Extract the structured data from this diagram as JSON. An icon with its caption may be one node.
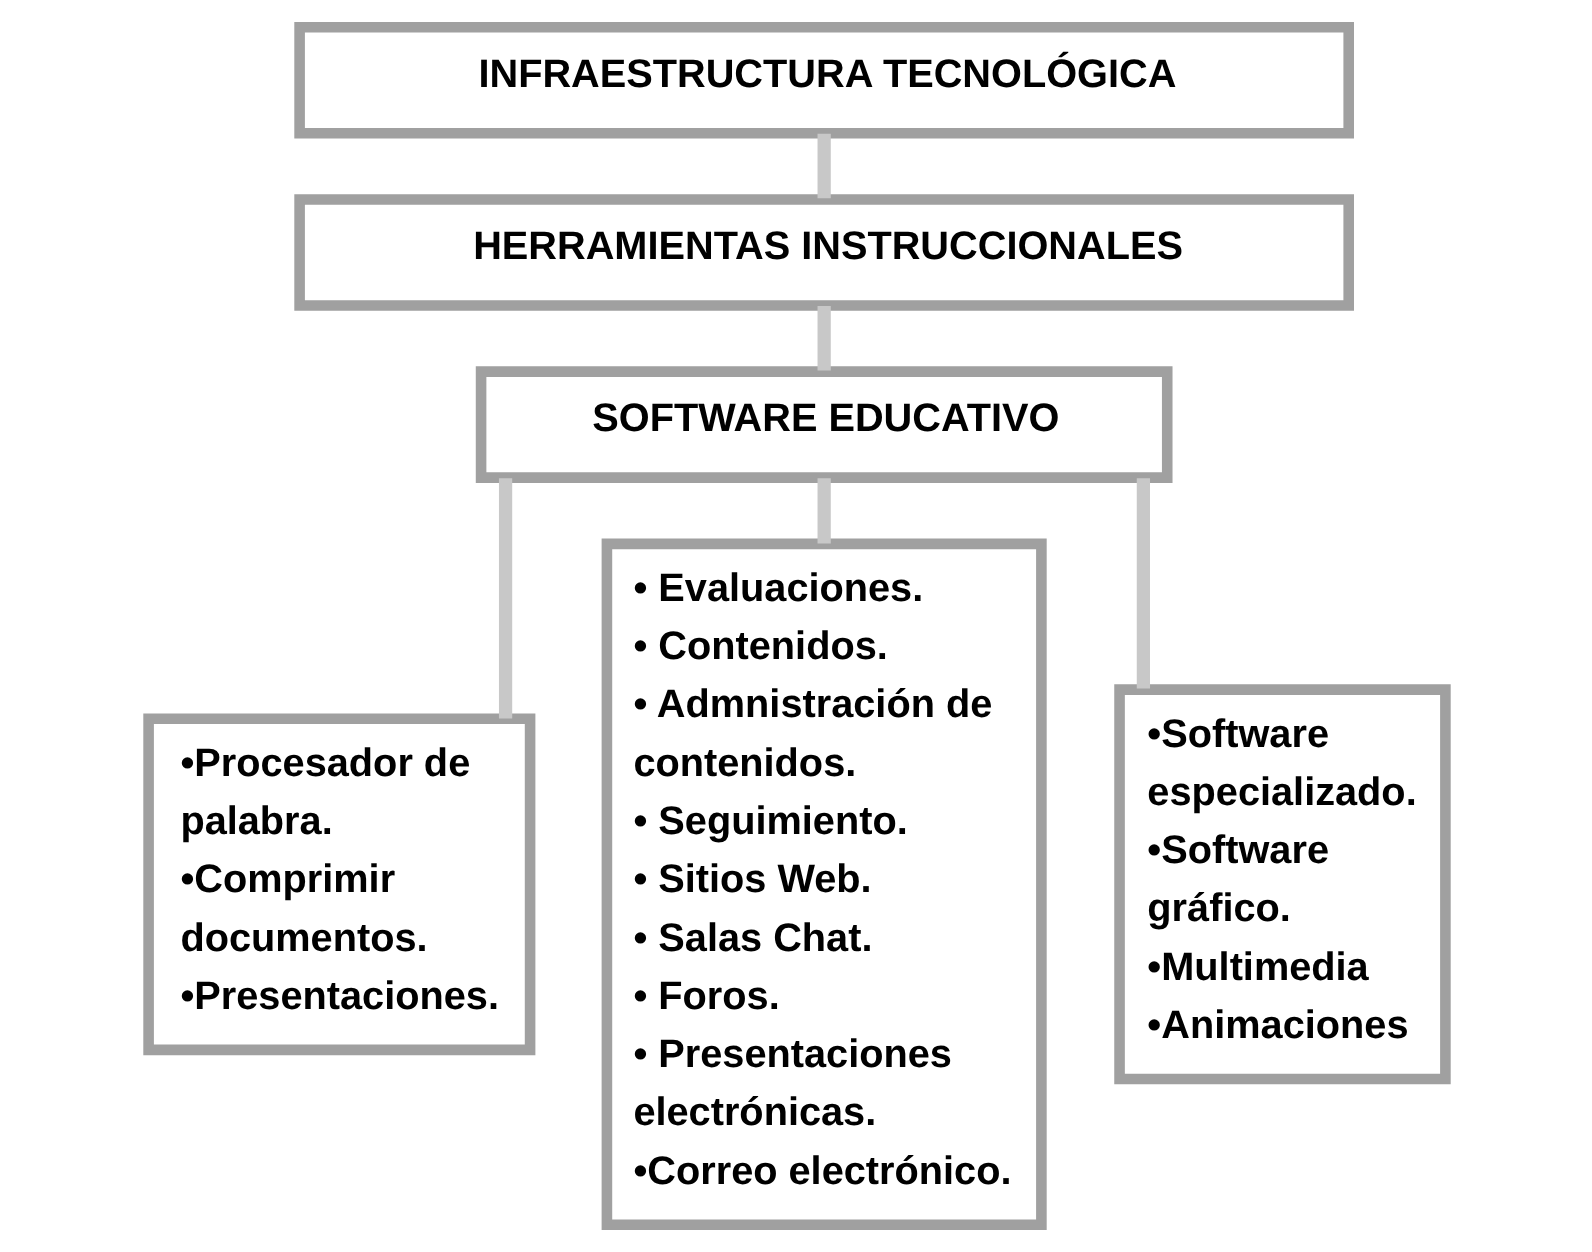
{
  "diagram": {
    "nodes": [
      {
        "text": [
          "INFRAESTRUCTURA TECNOLÓGICA"
        ]
      },
      {
        "text": [
          "HERRAMIENTAS INSTRUCCIONALES"
        ]
      },
      {
        "text": [
          "SOFTWARE EDUCATIVO"
        ]
      },
      {
        "text": [
          "•Procesador de palabra.",
          "•Comprimir documentos.",
          "•Presentaciones."
        ]
      },
      {
        "text": [
          "• Evaluaciones.",
          "• Contenidos.",
          "• Admnistración de contenidos.",
          "• Seguimiento.",
          "• Sitios Web.",
          "• Salas Chat.",
          "• Foros.",
          "• Presentaciones electrónicas.",
          "•Correo electrónico."
        ]
      },
      {
        "text": [
          "•Software especializado.",
          "•Software gráfico.",
          "•Multimedia",
          "•Animaciones"
        ]
      }
    ],
    "edges": [
      {
        "from": 0,
        "to": 1,
        "arrow": "none"
      },
      {
        "from": 1,
        "to": 2,
        "arrow": "none"
      },
      {
        "from": 2,
        "to": 3,
        "arrow": "none"
      },
      {
        "from": 2,
        "to": 4,
        "arrow": "none"
      },
      {
        "from": 2,
        "to": 5,
        "arrow": "none"
      }
    ]
  }
}
